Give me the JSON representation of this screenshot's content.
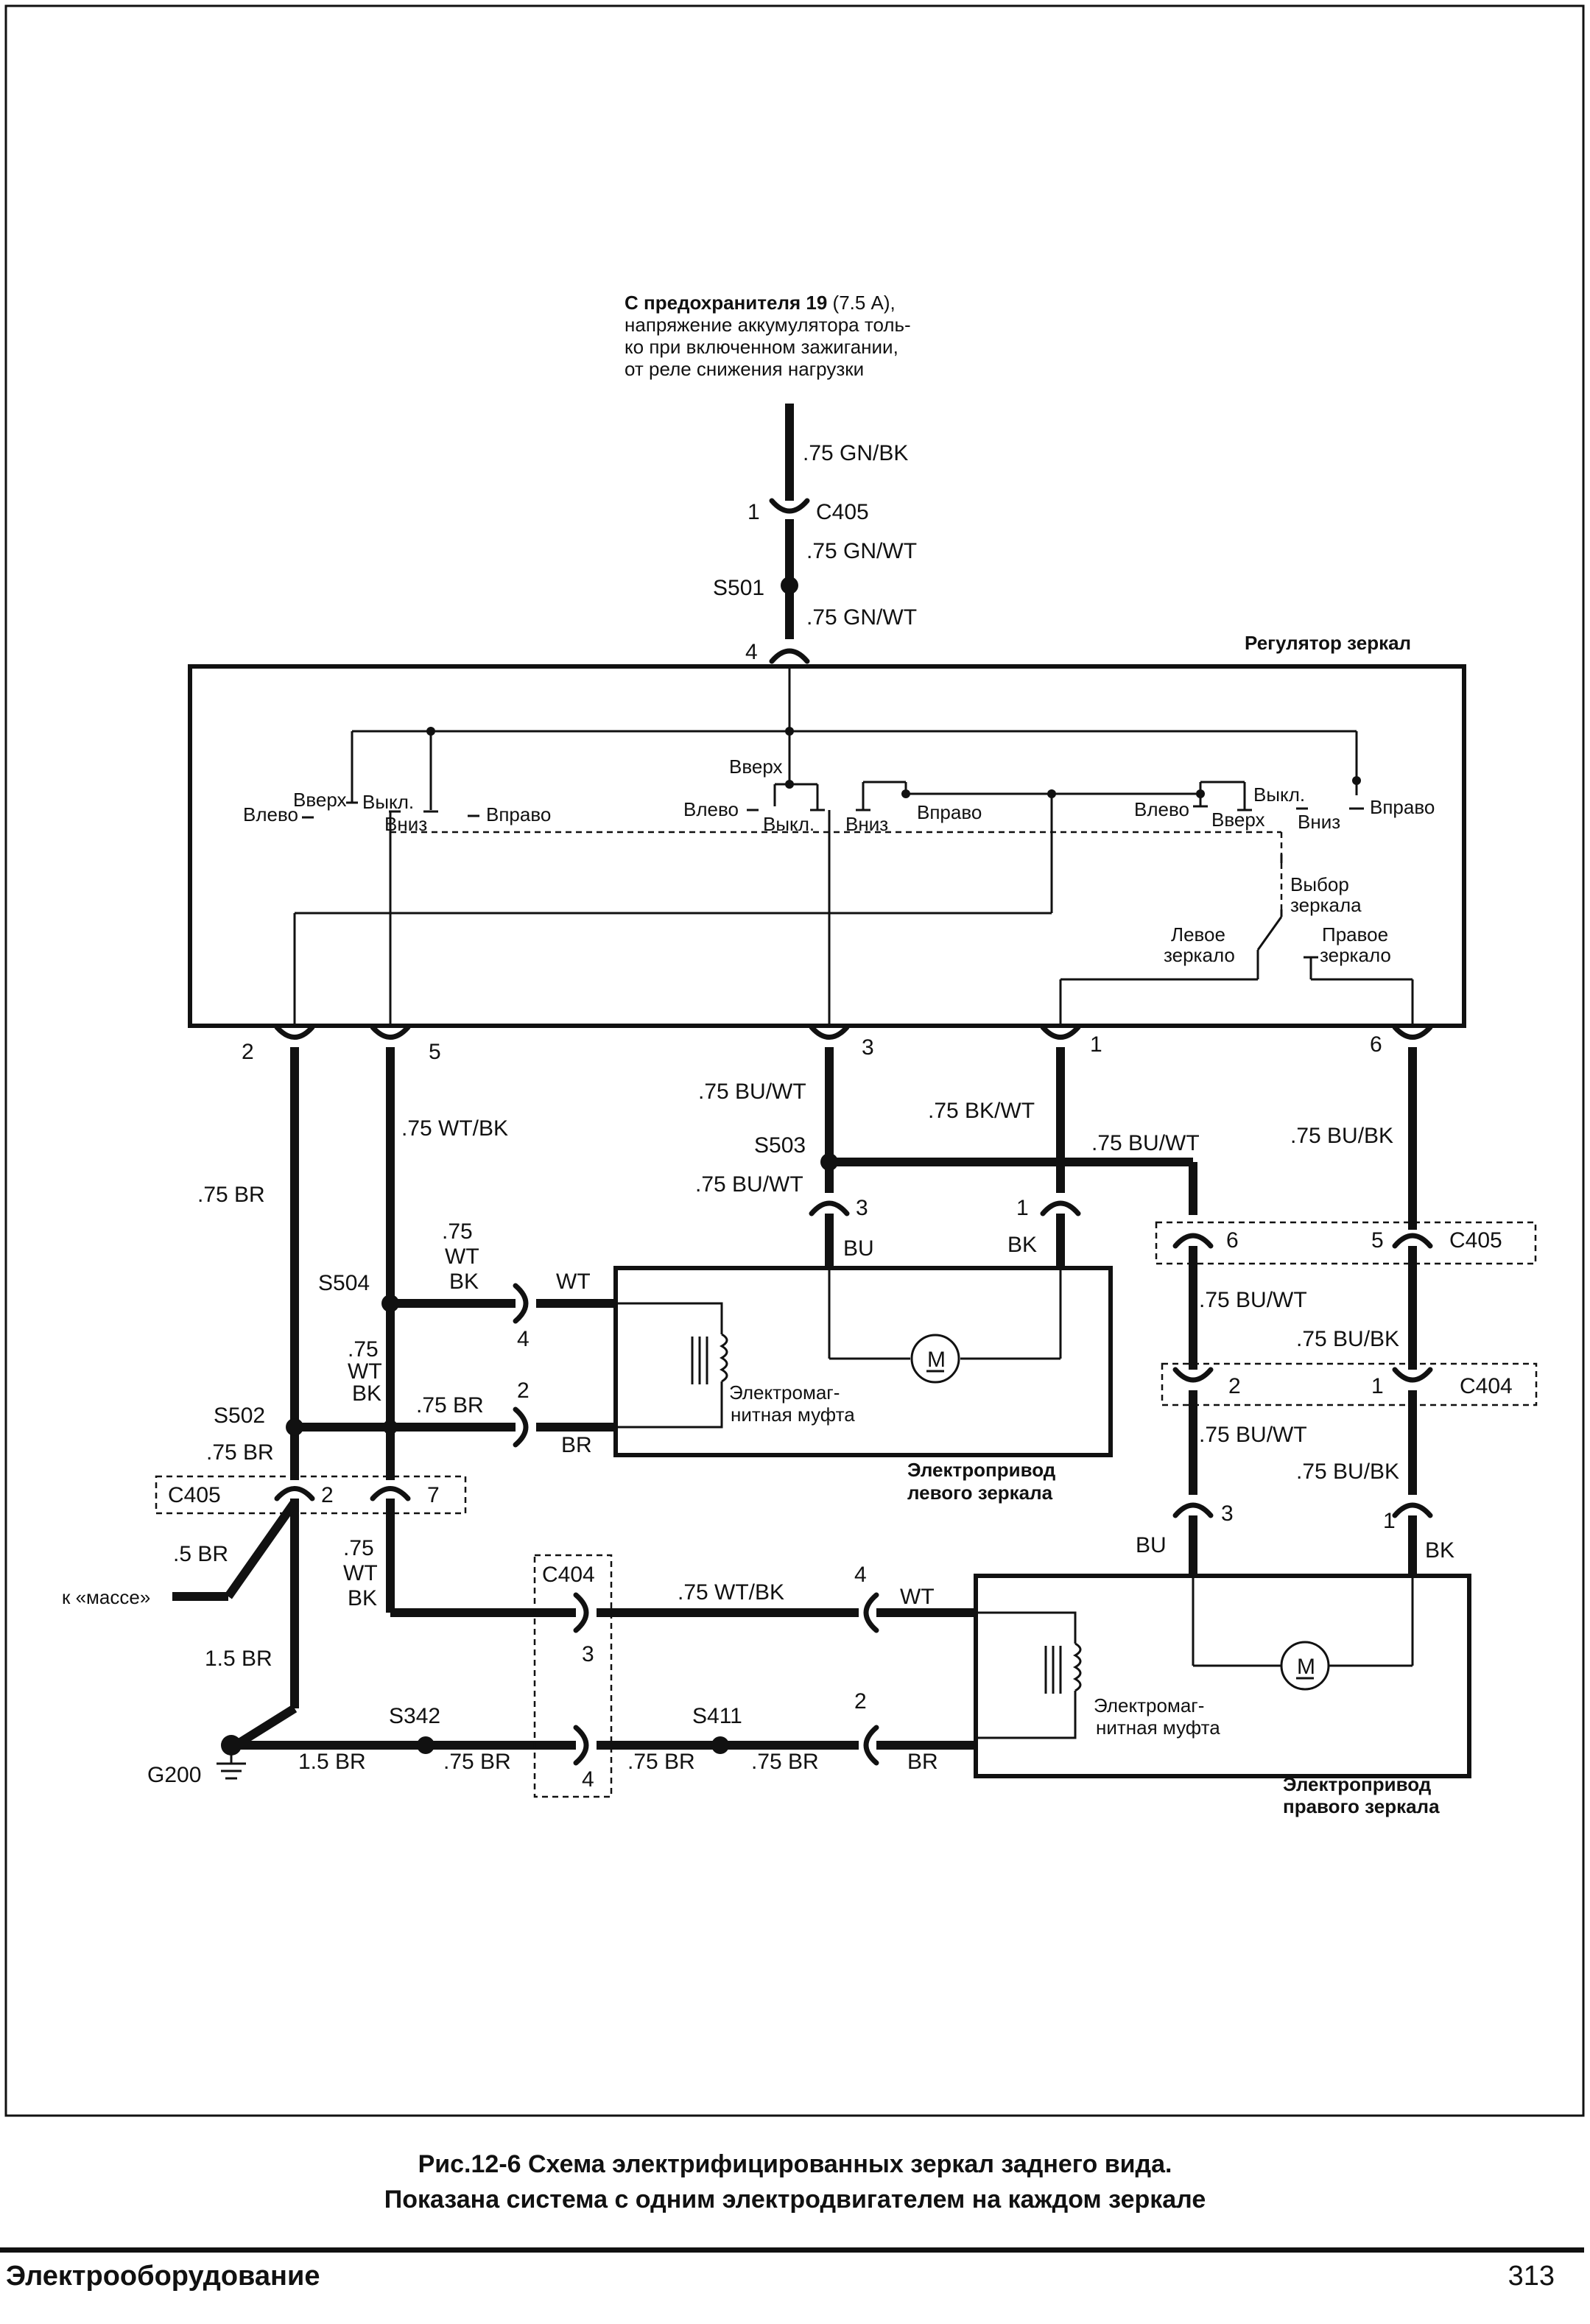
{
  "source": {
    "line1_bold": "С предохранителя 19",
    "line1_rest": " (7.5 A),",
    "line2": "напряжение аккумулятора толь-",
    "line3": "ко при включенном зажигании,",
    "line4": "от реле снижения нагрузки"
  },
  "wires": {
    "gn_bk": ".75 GN/BK",
    "gn_wt_1": ".75 GN/WT",
    "gn_wt_2": ".75 GN/WT",
    "wt_bk_5": ".75 WT/BK",
    "br_2": ".75 BR",
    "bu_wt_3": ".75 BU/WT",
    "bu_wt_s503": ".75 BU/WT",
    "bk_wt_1": ".75 BK/WT",
    "bu_wt_right": ".75 BU/WT",
    "bu_bk_6": ".75 BU/BK",
    "wt_bk_s504_top": [
      ".75",
      "WT",
      "BK"
    ],
    "wt_bk_s504_down": [
      ".75",
      "WT",
      "BK"
    ],
    "br_s504": ".75 BR",
    "br_s502": ".75 BR",
    "bu_wt_c405": ".75 BU/WT",
    "bu_bk_c405": ".75 BU/BK",
    "bu_wt_c404": ".75 BU/WT",
    "bu_bk_c404": ".75 BU/BK",
    "br_05": ".5 BR",
    "br_15_a": "1.5 BR",
    "br_15_b": "1.5 BR",
    "wt_bk_c405_down": [
      ".75",
      "WT",
      "BK"
    ],
    "wt_bk_c404": ".75 WT/BK",
    "br_s342": ".75 BR",
    "br_c404_4": ".75 BR",
    "br_s411": ".75 BR"
  },
  "codes": {
    "wt": "WT",
    "br": "BR",
    "bu": "BU",
    "bk": "BK",
    "wt2": "WT",
    "br2": "BR",
    "bu2": "BU",
    "bk2": "BK"
  },
  "connectors": {
    "c405_top": "C405",
    "c405_right": "C405",
    "c404_right": "C404",
    "c405_left": "C405",
    "c404_bottom": "C404"
  },
  "splices": {
    "s501": "S501",
    "s503": "S503",
    "s504": "S504",
    "s502": "S502",
    "s342": "S342",
    "s411": "S411",
    "g200": "G200"
  },
  "pins": {
    "p1_c405": "1",
    "p4_ctrl": "4",
    "p2": "2",
    "p5": "5",
    "p3": "3",
    "p1": "1",
    "p6": "6",
    "lm3": "3",
    "lm1": "1",
    "lm4": "4",
    "lm2": "2",
    "c405r6": "6",
    "c405r5": "5",
    "c404r2": "2",
    "c404r1": "1",
    "c405l2": "2",
    "c405l7": "7",
    "rm3": "3",
    "rm1": "1",
    "rm4": "4",
    "rm2": "2",
    "c404b3": "3",
    "c404b4": "4"
  },
  "controller": {
    "title": "Регулятор зеркал",
    "up1": "Вверх",
    "off1": "Выкл.",
    "left1": "Влево",
    "down1": "Вниз",
    "right1": "Вправо",
    "up2": "Вверх",
    "left2": "Влево",
    "off2": "Выкл.",
    "down2": "Вниз",
    "right2": "Вправо",
    "left3": "Влево",
    "up3": "Вверх",
    "off3": "Выкл.",
    "down3": "Вниз",
    "right3": "Вправо",
    "select1": "Выбор",
    "select2": "зеркала",
    "lmirror1": "Левое",
    "lmirror2": "зеркало",
    "rmirror1": "Правое",
    "rmirror2": "зеркало"
  },
  "left_actuator": {
    "clutch1": "Электромаг-",
    "clutch2": "нитная муфта",
    "motor": "M",
    "name1": "Электропривод",
    "name2": "левого зеркала"
  },
  "right_actuator": {
    "clutch1": "Электромаг-",
    "clutch2": "нитная муфта",
    "motor": "M",
    "name1": "Электропривод",
    "name2": "правого зеркала"
  },
  "ground_label": "к «массе»",
  "caption": {
    "line1": "Рис.12-6 Схема электрифицированных зеркал заднего вида.",
    "line2": "Показана система с одним электродвигателем на каждом зеркале"
  },
  "footer": {
    "section": "Электрооборудование",
    "page": "313"
  }
}
